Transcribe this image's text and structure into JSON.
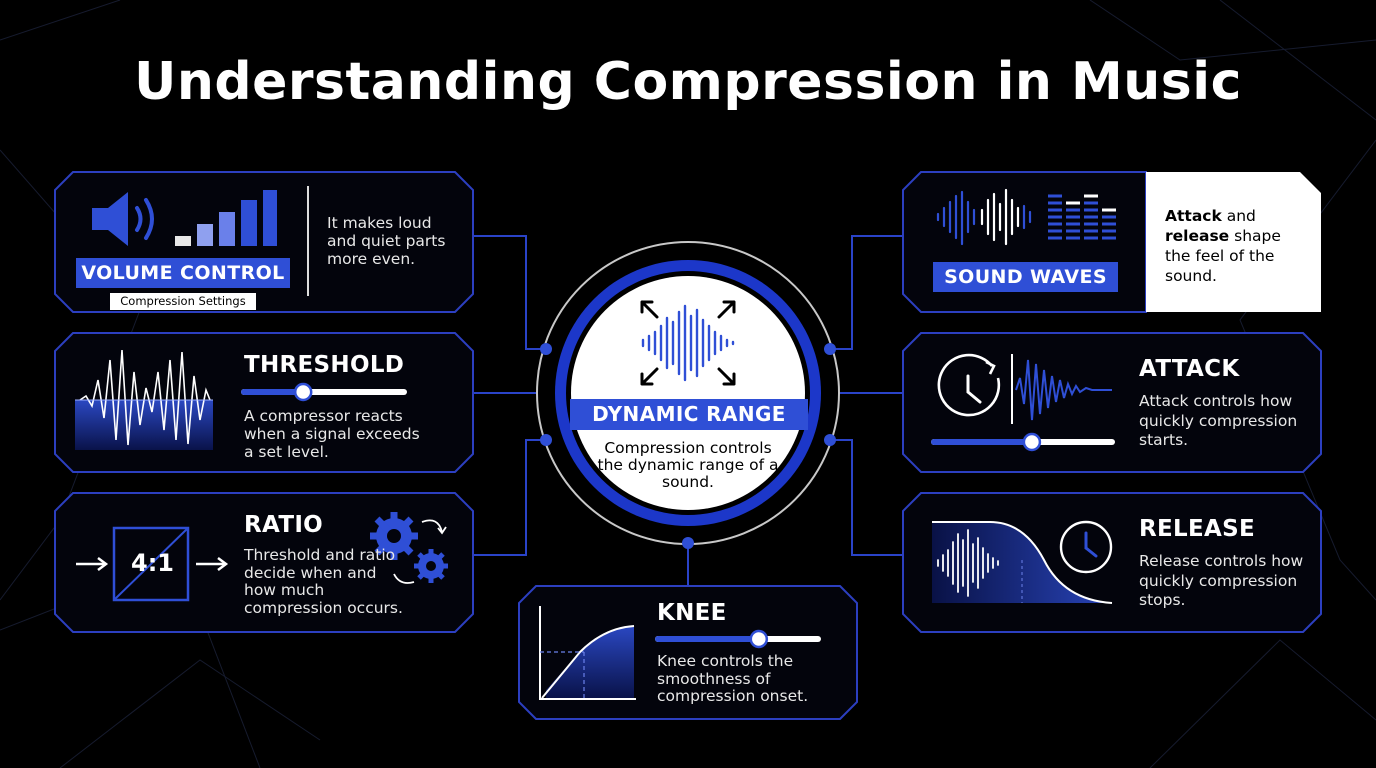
{
  "title": "Understanding Compression in Music",
  "center": {
    "label": "DYNAMIC RANGE",
    "text": "Compression controls the dynamic range of a sound."
  },
  "volume_control": {
    "label": "VOLUME CONTROL",
    "tab": "Compression Settings",
    "text": "It makes loud and quiet parts more even."
  },
  "threshold": {
    "heading": "THRESHOLD",
    "text": "A compressor reacts when a signal exceeds a set level.",
    "slider_value": 0.37
  },
  "ratio": {
    "heading": "RATIO",
    "value": "4:1",
    "text": "Threshold and ratio decide when and how much compression occurs."
  },
  "knee": {
    "heading": "KNEE",
    "text": "Knee controls the smoothness of compression onset.",
    "slider_value": 0.63
  },
  "sound_waves": {
    "label": "SOUND WAVES",
    "text_bold_1": "Attack",
    "text_1": " and ",
    "text_bold_2": "release",
    "text_2": " shape the feel of the sound."
  },
  "attack": {
    "heading": "ATTACK",
    "text": "Attack controls how quickly compression starts.",
    "slider_value": 0.55
  },
  "release": {
    "heading": "RELEASE",
    "text": "Release controls how quickly compression stops."
  },
  "colors": {
    "accent": "#2f4fd6",
    "panel_border": "#2c3fc0",
    "background": "#000000"
  }
}
